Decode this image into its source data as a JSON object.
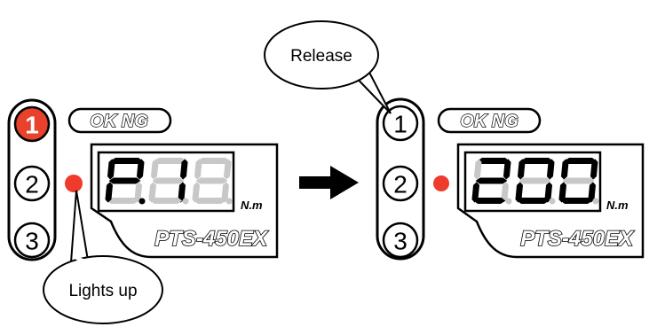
{
  "left": {
    "callout": "Lights up",
    "buttons": [
      "1",
      "2",
      "3"
    ],
    "active_button": 0,
    "okng": "OK NG",
    "display": "P.1",
    "unit": "N.m",
    "model": "PTS-450EX"
  },
  "right": {
    "callout": "Release",
    "buttons": [
      "1",
      "2",
      "3"
    ],
    "active_button": null,
    "okng": "OK NG",
    "display": "200",
    "unit": "N.m",
    "model": "PTS-450EX"
  },
  "colors": {
    "active_button": "#e8412c",
    "led": "#ee3b2b",
    "segment_off": "#c8c8c8"
  },
  "icons": [
    "arrow-right-icon",
    "led-indicator-icon"
  ]
}
